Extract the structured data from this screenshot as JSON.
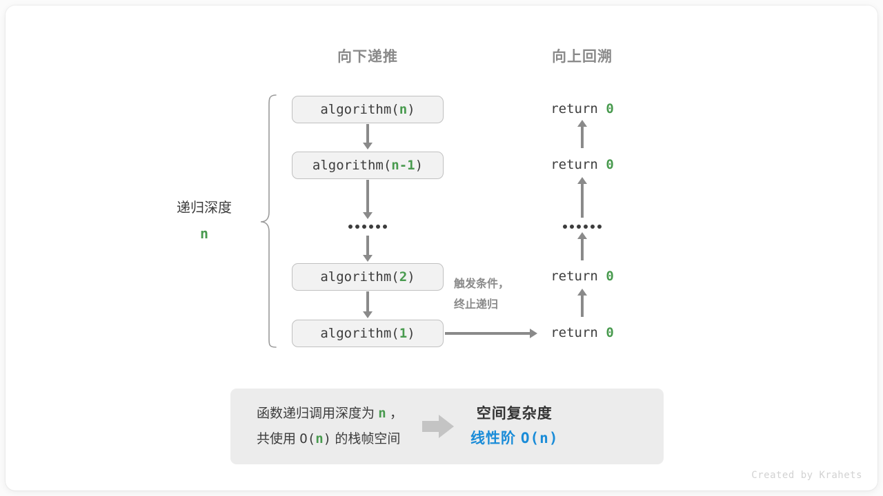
{
  "headers": {
    "descend": "向下递推",
    "ascend": "向上回溯"
  },
  "depth": {
    "label": "递归深度",
    "value": "n"
  },
  "calls": [
    {
      "fn": "algorithm(",
      "arg": "n",
      "close": ")"
    },
    {
      "fn": "algorithm(",
      "arg": "n-1",
      "close": ")"
    },
    {
      "fn": "algorithm(",
      "arg": "2",
      "close": ")"
    },
    {
      "fn": "algorithm(",
      "arg": "1",
      "close": ")"
    }
  ],
  "ellipsis_dot_count": 6,
  "returns": [
    {
      "keyword": "return",
      "value": "0"
    },
    {
      "keyword": "return",
      "value": "0"
    },
    {
      "keyword": "return",
      "value": "0"
    },
    {
      "keyword": "return",
      "value": "0"
    }
  ],
  "trigger_note": {
    "line1": "触发条件，",
    "line2": "终止递归"
  },
  "summary": {
    "left_line1_a": "函数递归调用深度为",
    "left_line1_n": "n",
    "left_line1_b": "，",
    "left_line2_a": "共使用",
    "left_line2_o": "O(",
    "left_line2_n": "n",
    "left_line2_c": ")",
    "left_line2_b": "的栈帧空间",
    "arrow_icon": "block-right-arrow-icon",
    "right_title": "空间复杂度",
    "right_value_label": "线性阶",
    "right_value_expr": "O(n)"
  },
  "footer": "Created by Krahets",
  "colors": {
    "accent_green": "#489a4e",
    "accent_blue": "#1a8cd8",
    "stroke_gray": "#8a8a8a",
    "box_fill": "#f2f2f2",
    "panel_fill": "#ececec"
  }
}
